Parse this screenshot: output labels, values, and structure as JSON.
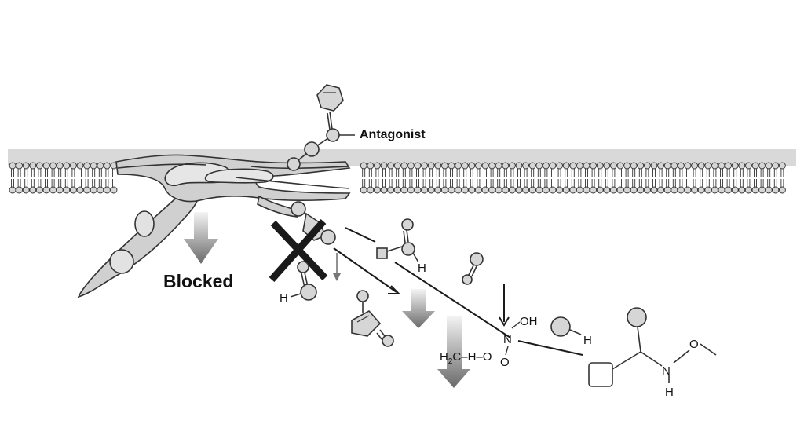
{
  "labels": {
    "antagonist": "Antagonist",
    "blocked": "Blocked",
    "h": "H",
    "oh": "OH",
    "n": "N",
    "o": "O",
    "h2c_h_o_main": "H",
    "h2c_sub": "2",
    "h2c_tail": "C–H–O"
  },
  "colors": {
    "membrane_fill": "#d9d9d9",
    "head_fill": "#d6d6d6",
    "outline": "#333333",
    "cross": "#1a1a1a",
    "arrow_gradient_top": "#f2f2f2",
    "arrow_gradient_bottom": "#6e6e6e"
  },
  "icons": {
    "cross": "x-mark-icon",
    "down_arrow": "gradient-down-arrow-icon"
  }
}
